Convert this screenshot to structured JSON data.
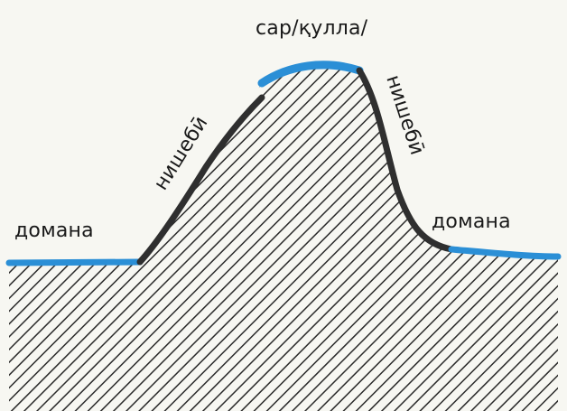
{
  "labels": {
    "foot_left": "домана",
    "slope_left": "нишебӣ",
    "summit": "сар/қулла/",
    "slope_right": "нишебӣ",
    "foot_right": "домана"
  },
  "colors": {
    "background": "#f7f7f2",
    "hatch": "#2a2a2a",
    "blue_segment": "#2b8fd6",
    "dark_segment": "#2f2f2f",
    "text": "#1a1a1a"
  }
}
